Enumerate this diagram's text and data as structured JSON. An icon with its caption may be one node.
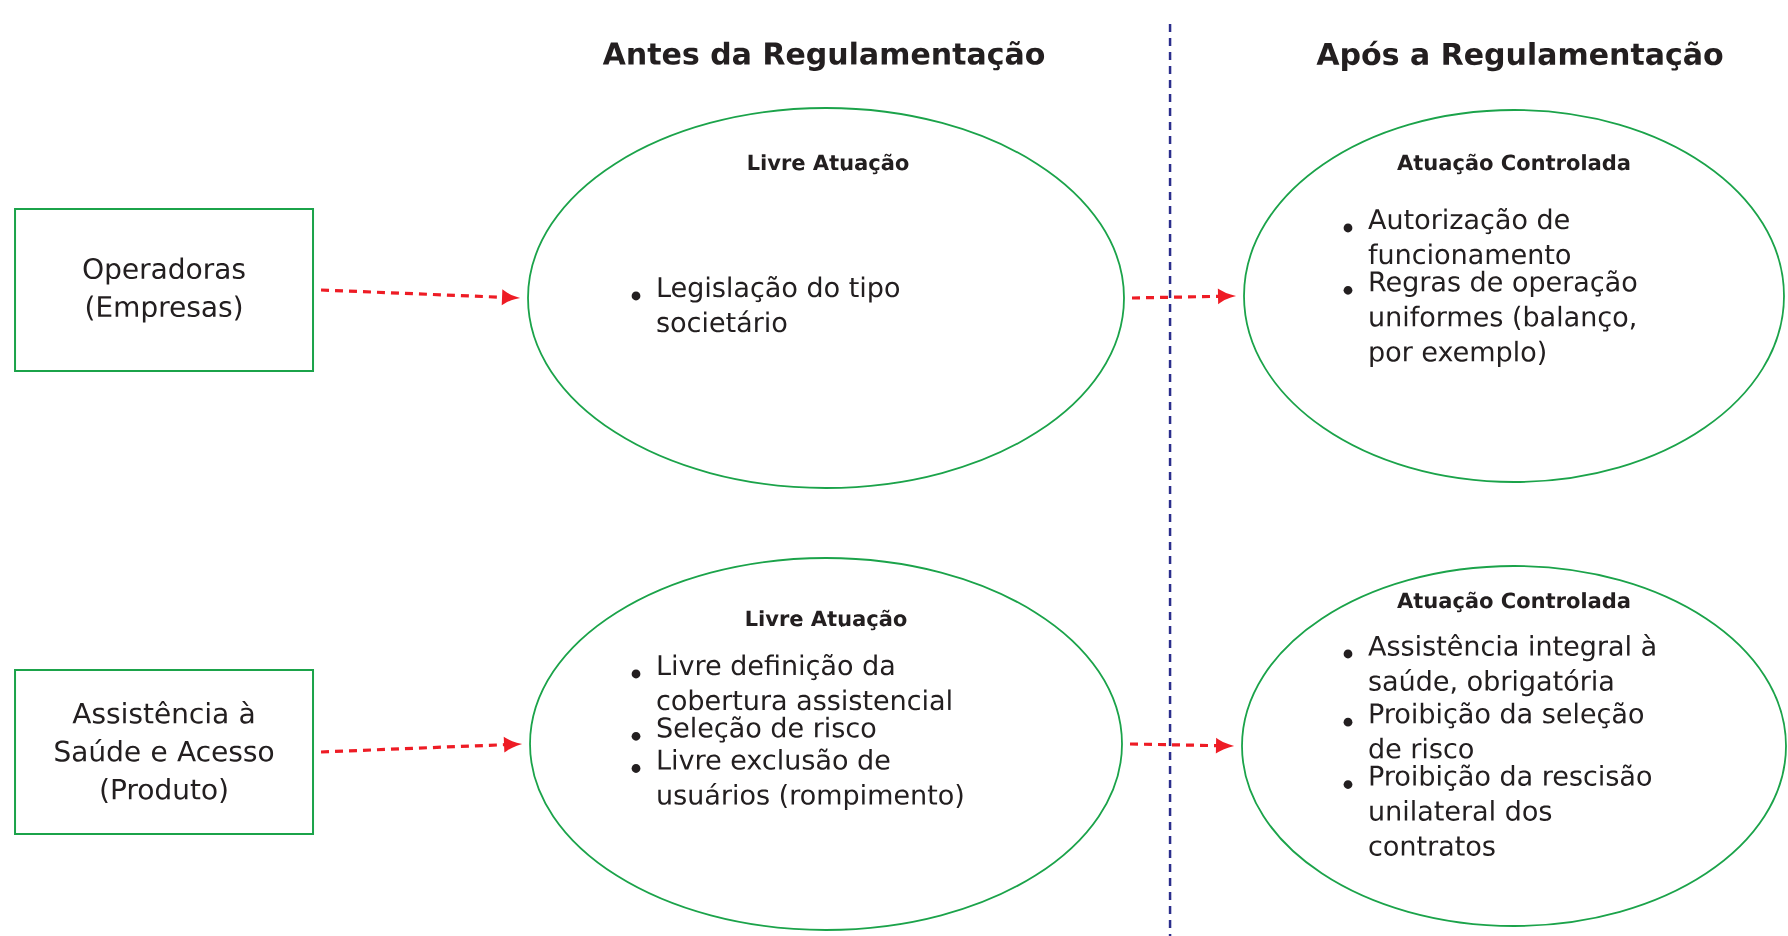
{
  "diagram": {
    "nodes": [
      {
        "text": [
          "Operadoras (Empresas)"
        ]
      },
      {
        "text": [
          "Livre Atuação",
          "Legislação do tipo societário"
        ]
      },
      {
        "text": [
          "Atuação Controlada",
          "Autorização de funcionamento",
          "Regras de operação uniformes (balanço, por exemplo)"
        ]
      },
      {
        "text": [
          "Assistência à Saúde e Acesso (Produto)"
        ]
      },
      {
        "text": [
          "Livre Atuação",
          "Livre definição da cobertura assistencial",
          "Seleção de risco",
          "Livre exclusão de usuários (rompimento)"
        ]
      },
      {
        "text": [
          "Atuação Controlada",
          "Assistência integral à saúde, obrigatória",
          "Proibição da seleção de risco",
          "Proibição da rescisão unilateral dos contratos"
        ]
      }
    ],
    "edges": [
      {
        "from": 0,
        "to": 1,
        "arrow": "to",
        "style": "dashed"
      },
      {
        "from": 1,
        "to": 2,
        "arrow": "to",
        "style": "dashed"
      },
      {
        "from": 3,
        "to": 4,
        "arrow": "to",
        "style": "dashed"
      },
      {
        "from": 4,
        "to": 5,
        "arrow": "to",
        "style": "dashed"
      }
    ],
    "labels": [
      "Antes da Regulamentação",
      "Após a Regulamentação"
    ]
  }
}
